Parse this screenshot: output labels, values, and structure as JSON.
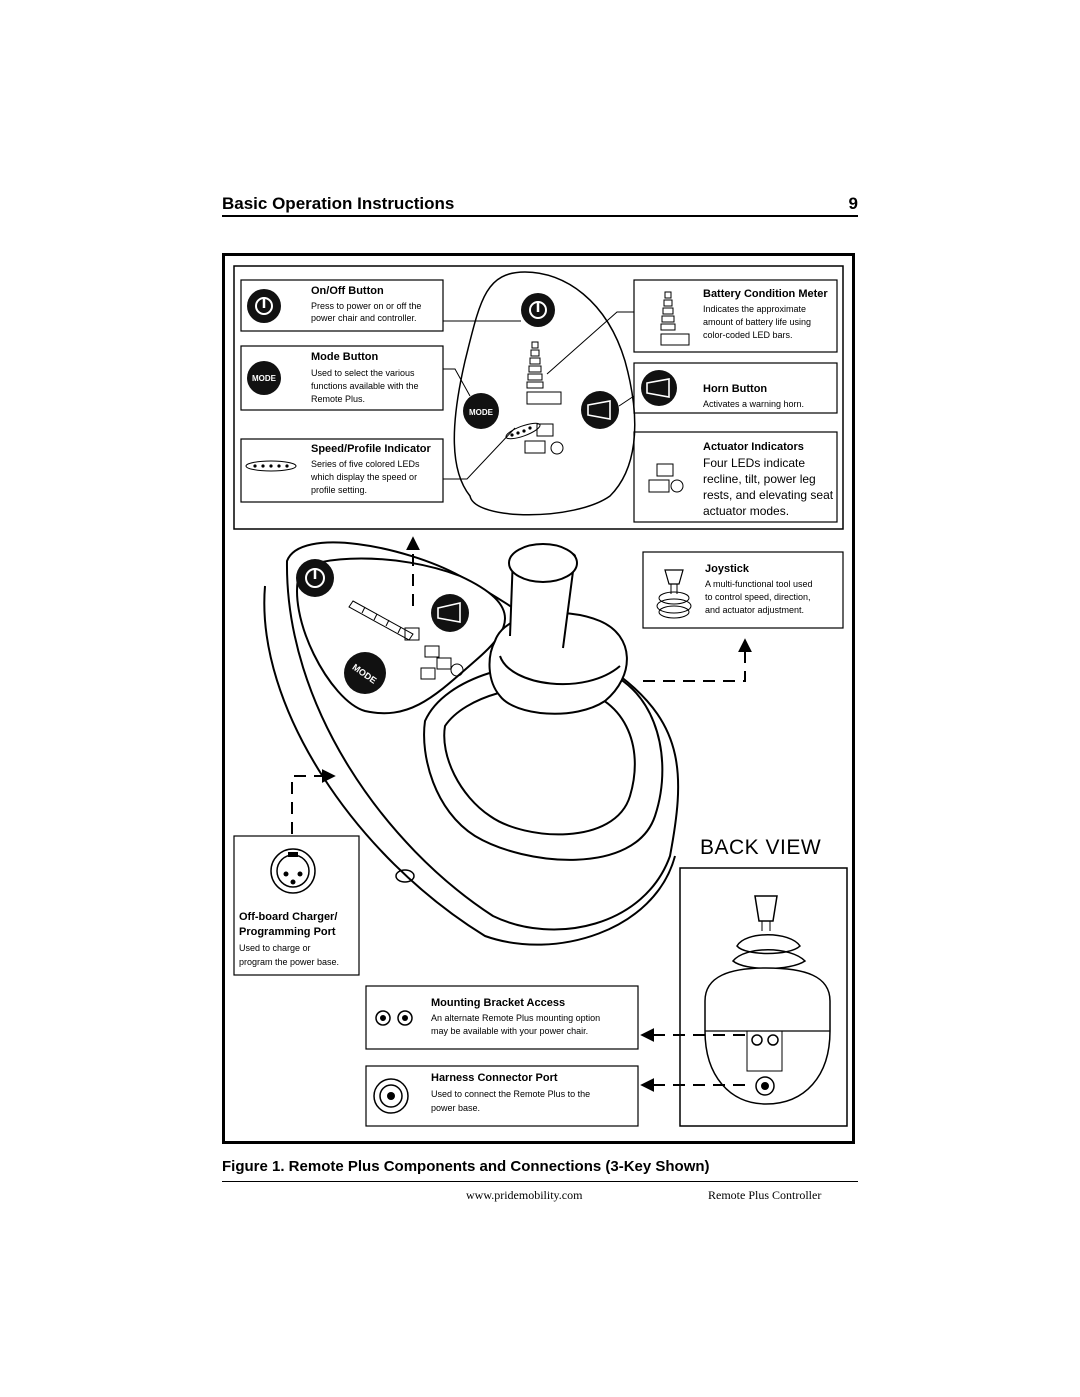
{
  "header": {
    "title": "Basic Operation Instructions",
    "page_number": "9"
  },
  "callouts": {
    "onoff": {
      "title": "On/Off Button",
      "desc": [
        "Press to power on or off the",
        "power chair and controller."
      ]
    },
    "mode": {
      "title": "Mode Button",
      "icon_label": "MODE",
      "desc": [
        "Used to select the various",
        "functions available with the",
        "Remote Plus."
      ]
    },
    "speed": {
      "title": "Speed/Profile Indicator",
      "desc": [
        "Series of five colored LEDs",
        "which display the speed or",
        "profile setting."
      ]
    },
    "battery": {
      "title": "Battery Condition Meter",
      "desc": [
        "Indicates the approximate",
        "amount of battery life using",
        "color-coded LED bars."
      ]
    },
    "horn": {
      "title": "Horn Button",
      "desc": [
        "Activates a warning horn."
      ]
    },
    "actuator": {
      "title": "Actuator Indicators",
      "desc": [
        "Four LEDs indicate",
        "recline, tilt, power leg",
        "rests, and elevating seat",
        "actuator modes."
      ]
    },
    "joystick": {
      "title": "Joystick",
      "desc": [
        "A multi-functional tool used",
        "to control speed, direction,",
        "and actuator adjustment."
      ]
    },
    "charger": {
      "title": [
        "Off-board Charger/",
        "Programming Port"
      ],
      "desc": [
        "Used to charge or",
        "program the power base."
      ]
    },
    "mounting": {
      "title": "Mounting Bracket Access",
      "desc": [
        "An alternate Remote Plus mounting option",
        "may be available with your power chair."
      ]
    },
    "harness": {
      "title": "Harness Connector Port",
      "desc": [
        "Used to connect the Remote Plus to the",
        "power base."
      ]
    }
  },
  "device_labels": {
    "mode_top": "MODE",
    "mode_main": "MODE"
  },
  "back_view_label": "BACK VIEW",
  "caption": "Figure 1. Remote Plus Components and Connections (3-Key Shown)",
  "footer": {
    "url": "www.pridemobility.com",
    "product": "Remote Plus Controller"
  }
}
